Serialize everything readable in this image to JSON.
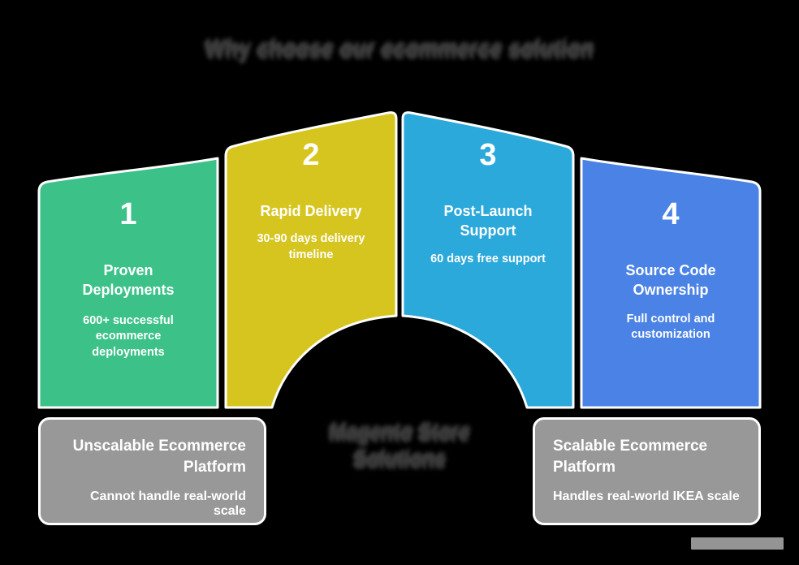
{
  "title": "Why choose our ecommerce solution",
  "center_caption": {
    "line1": "Magento Store",
    "line2": "Solutions"
  },
  "arches": [
    {
      "number": "1",
      "heading": "Proven Deployments",
      "description": "600+ successful ecommerce deployments",
      "color": "#3CC289"
    },
    {
      "number": "2",
      "heading": "Rapid Delivery",
      "description": "30-90 days delivery timeline",
      "color": "#D7C51F"
    },
    {
      "number": "3",
      "heading": "Post-Launch Support",
      "description": "60 days free support",
      "color": "#2BA9DB"
    },
    {
      "number": "4",
      "heading": "Source Code Ownership",
      "description": "Full control and customization",
      "color": "#4A82E5"
    }
  ],
  "callouts": {
    "left": {
      "heading": "Unscalable Ecommerce Platform",
      "description": "Cannot handle real-world scale"
    },
    "right": {
      "heading": "Scalable Ecommerce Platform",
      "description": "Handles real-world IKEA scale"
    }
  },
  "colors": {
    "background": "#000000",
    "panel_text": "#FFFFFF",
    "callout_gray": "#989898",
    "smeared_text": "#3C3C3C"
  }
}
